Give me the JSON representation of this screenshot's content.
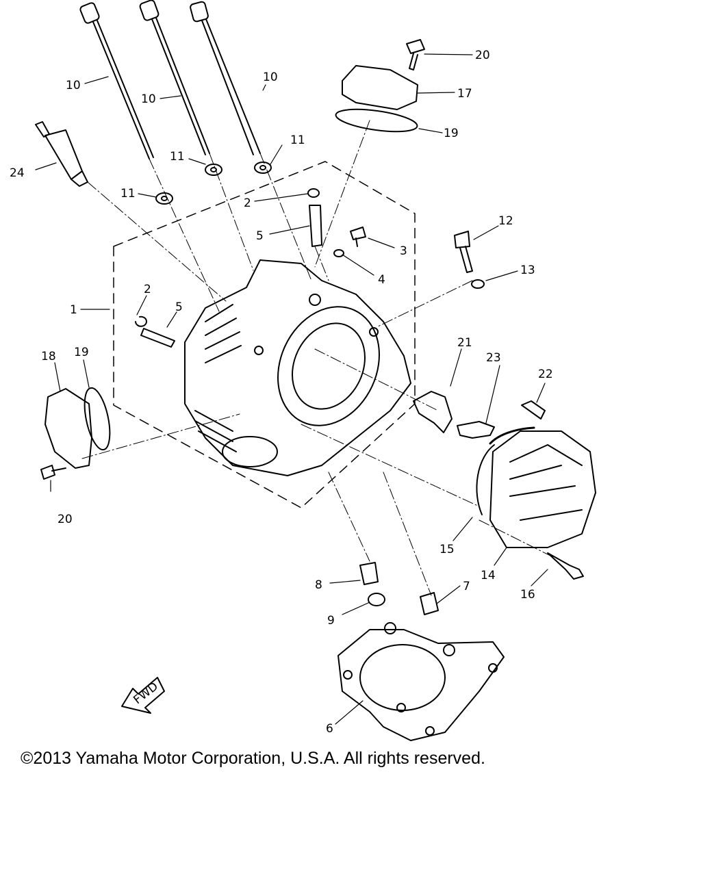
{
  "diagram": {
    "fwd_label": "FWD",
    "callouts": [
      {
        "id": "c1",
        "text": "1"
      },
      {
        "id": "c2a",
        "text": "2"
      },
      {
        "id": "c2b",
        "text": "2"
      },
      {
        "id": "c3",
        "text": "3"
      },
      {
        "id": "c4",
        "text": "4"
      },
      {
        "id": "c5a",
        "text": "5"
      },
      {
        "id": "c5b",
        "text": "5"
      },
      {
        "id": "c6",
        "text": "6"
      },
      {
        "id": "c7",
        "text": "7"
      },
      {
        "id": "c8",
        "text": "8"
      },
      {
        "id": "c9",
        "text": "9"
      },
      {
        "id": "c10a",
        "text": "10"
      },
      {
        "id": "c10b",
        "text": "10"
      },
      {
        "id": "c10c",
        "text": "10"
      },
      {
        "id": "c11a",
        "text": "11"
      },
      {
        "id": "c11b",
        "text": "11"
      },
      {
        "id": "c11c",
        "text": "11"
      },
      {
        "id": "c12",
        "text": "12"
      },
      {
        "id": "c13",
        "text": "13"
      },
      {
        "id": "c14",
        "text": "14"
      },
      {
        "id": "c15",
        "text": "15"
      },
      {
        "id": "c16",
        "text": "16"
      },
      {
        "id": "c17",
        "text": "17"
      },
      {
        "id": "c18",
        "text": "18"
      },
      {
        "id": "c19a",
        "text": "19"
      },
      {
        "id": "c19b",
        "text": "19"
      },
      {
        "id": "c20a",
        "text": "20"
      },
      {
        "id": "c20b",
        "text": "20"
      },
      {
        "id": "c21",
        "text": "21"
      },
      {
        "id": "c22",
        "text": "22"
      },
      {
        "id": "c23",
        "text": "23"
      },
      {
        "id": "c24",
        "text": "24"
      }
    ]
  },
  "footer": {
    "copyright": "©2013 Yamaha Motor Corporation, U.S.A. All rights reserved."
  }
}
